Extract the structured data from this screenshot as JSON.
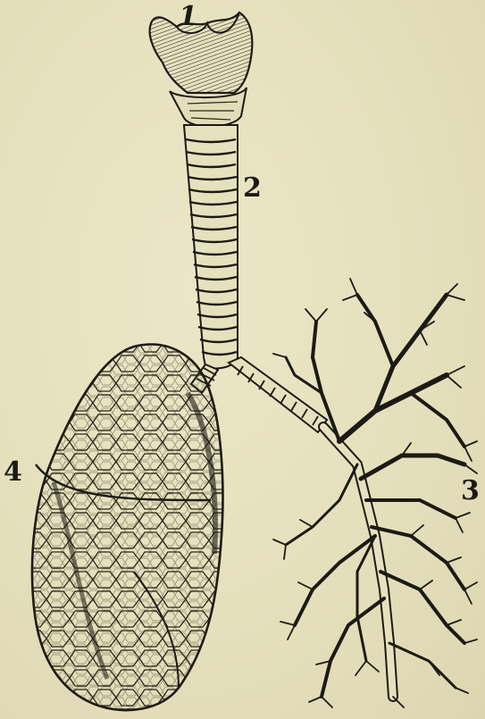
{
  "figure": {
    "callouts": {
      "larynx": "1",
      "trachea": "2",
      "bronchial_tree": "3",
      "lung": "4"
    },
    "colors": {
      "paper": "#e8e3c0",
      "ink": "#1c1a14"
    }
  }
}
